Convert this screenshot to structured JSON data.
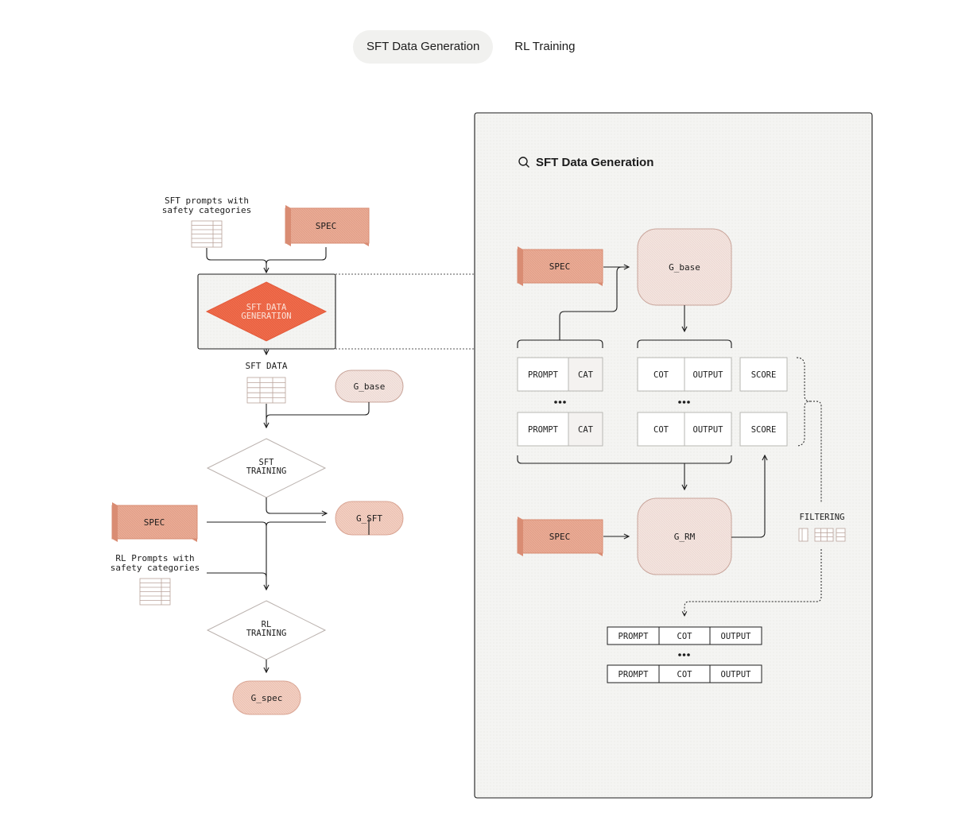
{
  "tabs": [
    {
      "label": "SFT Data Generation",
      "active": true
    },
    {
      "label": "RL Training",
      "active": false
    }
  ],
  "left_flow": {
    "sft_prompts_label_line1": "SFT prompts with",
    "sft_prompts_label_line2": "safety categories",
    "spec_top": "SPEC",
    "sft_gen_line1": "SFT DATA",
    "sft_gen_line2": "GENERATION",
    "sft_data_label": "SFT DATA",
    "g_base": "G_base",
    "sft_training_line1": "SFT",
    "sft_training_line2": "TRAINING",
    "g_sft": "G_SFT",
    "spec_mid": "SPEC",
    "rl_prompts_label_line1": "RL Prompts with",
    "rl_prompts_label_line2": "safety categories",
    "rl_training_line1": "RL",
    "rl_training_line2": "TRAINING",
    "g_spec": "G_spec"
  },
  "panel": {
    "title": "SFT Data Generation",
    "icon": "search-icon",
    "spec_top": "SPEC",
    "g_base": "G_base",
    "row1": {
      "prompt": "PROMPT",
      "cat": "CAT",
      "cot": "COT",
      "output": "OUTPUT",
      "score": "SCORE"
    },
    "row2": {
      "prompt": "PROMPT",
      "cat": "CAT",
      "cot": "COT",
      "output": "OUTPUT",
      "score": "SCORE"
    },
    "spec_bottom": "SPEC",
    "g_rm": "G_RM",
    "filtering": "FILTERING",
    "out_row1": {
      "prompt": "PROMPT",
      "cot": "COT",
      "output": "OUTPUT"
    },
    "out_row2": {
      "prompt": "PROMPT",
      "cot": "COT",
      "output": "OUTPUT"
    }
  },
  "colors": {
    "spec_fill": "#e9ab95",
    "spec_fold": "#d98c73",
    "diamond_fill": "#ef6c4c",
    "model_fill": "#f3e4df",
    "model_stroke": "#c8a49a",
    "line": "#1c1c1c"
  }
}
